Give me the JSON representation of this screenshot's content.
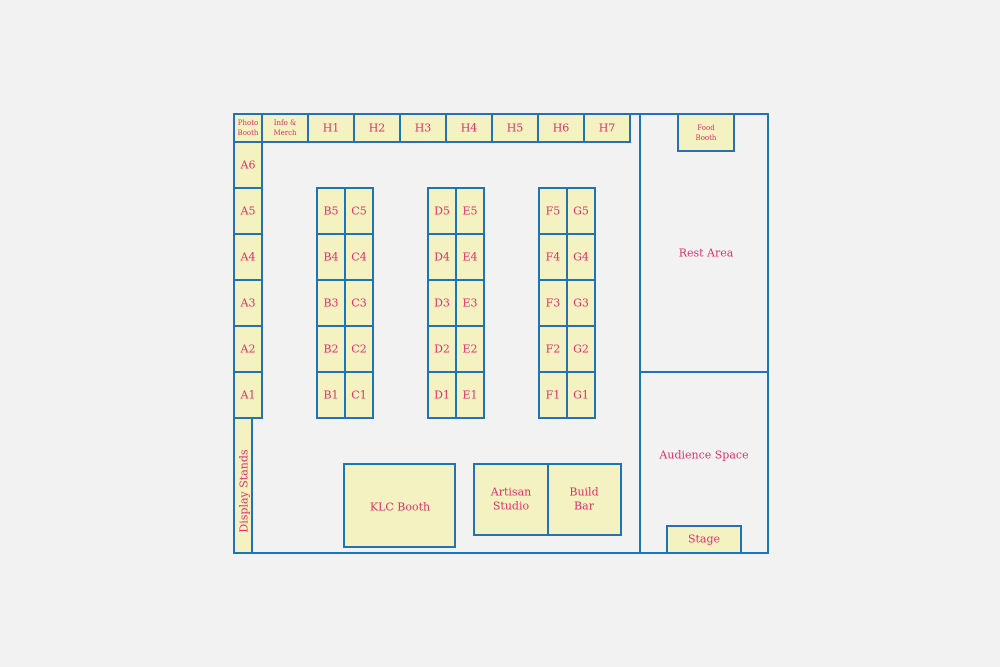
{
  "colors": {
    "background": "#f2f2f2",
    "outline": "#1f74b7",
    "booth_fill": "#f4f2c1",
    "label": "#e0306a"
  },
  "labels": {
    "photo_booth": [
      "Photo",
      "Booth"
    ],
    "info_merch": [
      "Info &",
      "Merch"
    ],
    "h_row": [
      "H1",
      "H2",
      "H3",
      "H4",
      "H5",
      "H6",
      "H7"
    ],
    "a_col": [
      "A6",
      "A5",
      "A4",
      "A3",
      "A2",
      "A1"
    ],
    "display_stands": "Display Stands",
    "block_bc": [
      [
        "B5",
        "C5"
      ],
      [
        "B4",
        "C4"
      ],
      [
        "B3",
        "C3"
      ],
      [
        "B2",
        "C2"
      ],
      [
        "B1",
        "C1"
      ]
    ],
    "block_de": [
      [
        "D5",
        "E5"
      ],
      [
        "D4",
        "E4"
      ],
      [
        "D3",
        "E3"
      ],
      [
        "D2",
        "E2"
      ],
      [
        "D1",
        "E1"
      ]
    ],
    "block_fg": [
      [
        "F5",
        "G5"
      ],
      [
        "F4",
        "G4"
      ],
      [
        "F3",
        "G3"
      ],
      [
        "F2",
        "G2"
      ],
      [
        "F1",
        "G1"
      ]
    ],
    "klc_booth": "KLC Booth",
    "artisan_studio": [
      "Artisan",
      "Studio"
    ],
    "build_bar": [
      "Build",
      "Bar"
    ],
    "food_booth": [
      "Food",
      "Booth"
    ],
    "rest_area": "Rest Area",
    "audience_space": "Audience Space",
    "stage": "Stage"
  }
}
